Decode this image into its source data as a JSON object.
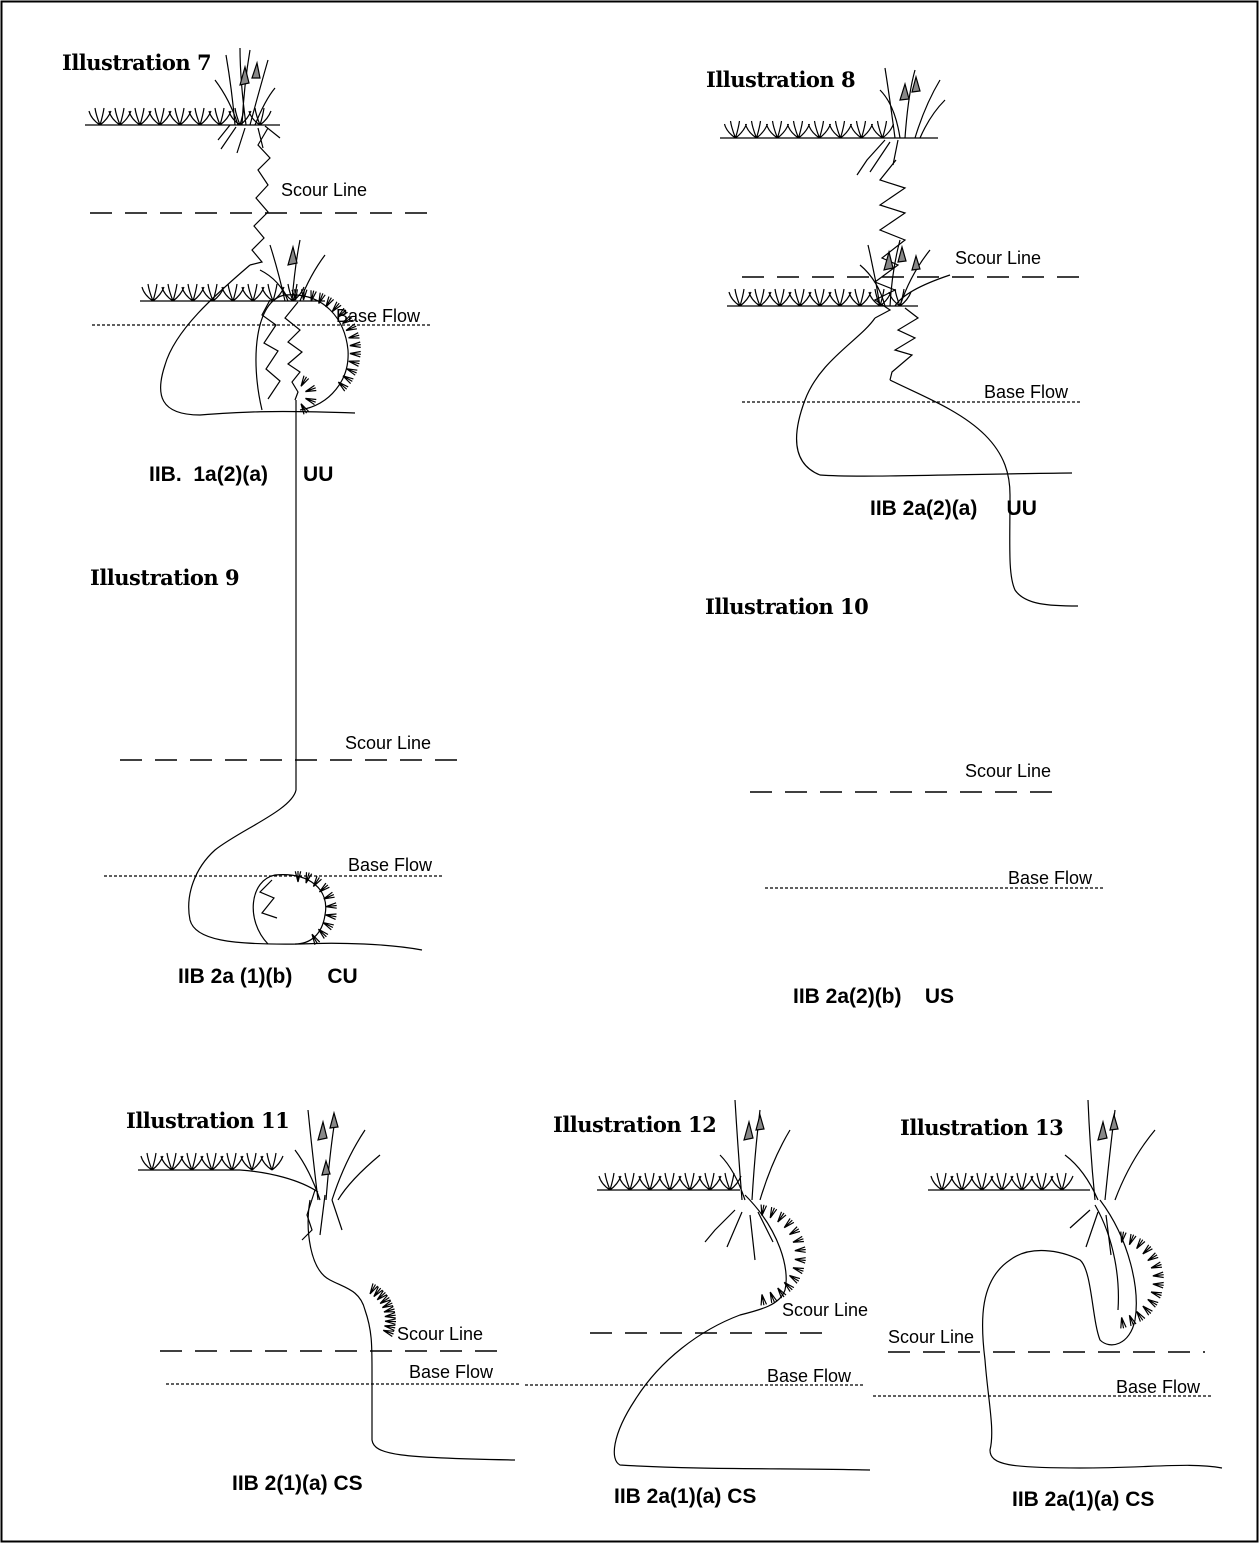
{
  "panels": [
    {
      "title": "Illustration 7",
      "caption": "IIB.  1a(2)(a)      UU",
      "scour": "Scour Line",
      "base": "Base Flow"
    },
    {
      "title": "Illustration 8",
      "caption": "IIB 2a(2)(a)     UU",
      "scour": "Scour Line",
      "base": "Base Flow"
    },
    {
      "title": "Illustration 9",
      "caption": "IIB 2a (1)(b)      CU",
      "scour": "Scour Line",
      "base": "Base Flow"
    },
    {
      "title": "Illustration 10",
      "caption": "IIB 2a(2)(b)    US",
      "scour": "Scour Line",
      "base": "Base Flow"
    },
    {
      "title": "Illustration 11",
      "caption": "IIB 2(1)(a) CS",
      "scour": "Scour Line",
      "base": "Base Flow"
    },
    {
      "title": "Illustration 12",
      "caption": "IIB 2a(1)(a) CS",
      "scour": "Scour Line",
      "base": "Base Flow"
    },
    {
      "title": "Illustration 13",
      "caption": "IIB 2a(1)(a) CS",
      "scour": "Scour Line",
      "base": "Base Flow"
    }
  ]
}
